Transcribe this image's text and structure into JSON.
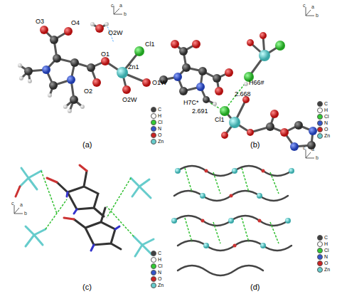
{
  "diagram": {
    "labels": [
      "O3",
      "O4",
      "O2W",
      "Cl1",
      "O1",
      "Zn1",
      "O2",
      "O2W",
      "O1W",
      "b",
      "c",
      "a",
      "(a)",
      "H7C*",
      "2.691",
      "2.668",
      "H66#",
      "Cl1",
      "b",
      "c",
      "a",
      "(b)",
      "b",
      "c",
      "a",
      "(c)",
      "b",
      "c",
      "a",
      "(d)"
    ],
    "legend": [
      {
        "text": "C",
        "color": "#404040"
      },
      {
        "text": "H",
        "color": "#ffffff"
      },
      {
        "text": "Cl",
        "color": "#33cc33"
      },
      {
        "text": "N",
        "color": "#3355cc"
      },
      {
        "text": "O",
        "color": "#cc2222"
      },
      {
        "text": "Zn",
        "color": "#66cccc"
      },
      {
        "text": "C",
        "color": "#404040"
      },
      {
        "text": "H",
        "color": "#ffffff"
      },
      {
        "text": "Cl",
        "color": "#33cc33"
      },
      {
        "text": "N",
        "color": "#3355cc"
      },
      {
        "text": "O",
        "color": "#cc2222"
      },
      {
        "text": "Zn",
        "color": "#66cccc"
      },
      {
        "text": "C",
        "color": "#404040"
      },
      {
        "text": "H",
        "color": "#ffffff"
      },
      {
        "text": "Cl",
        "color": "#33cc33"
      },
      {
        "text": "N",
        "color": "#3355cc"
      },
      {
        "text": "O",
        "color": "#cc2222"
      },
      {
        "text": "Zn",
        "color": "#66cccc"
      },
      {
        "text": "C",
        "color": "#404040"
      },
      {
        "text": "H",
        "color": "#ffffff"
      },
      {
        "text": "Cl",
        "color": "#33cc33"
      },
      {
        "text": "N",
        "color": "#3355cc"
      },
      {
        "text": "O",
        "color": "#cc2222"
      },
      {
        "text": "Zn",
        "color": "#66cccc"
      }
    ]
  }
}
